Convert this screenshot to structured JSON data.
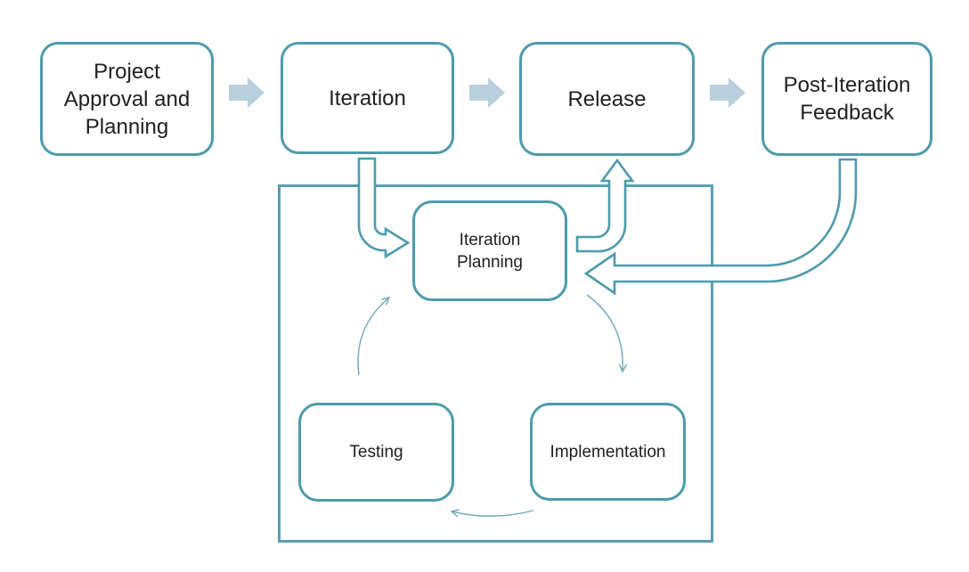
{
  "diagram": {
    "colors": {
      "node_border": "#4d9bad",
      "container_border": "#58a0b1",
      "block_arrow_fill": "#b8cfdc",
      "pipe_arrow_outline": "#4d9bad",
      "pipe_arrow_fill": "#ffffff",
      "thin_arrow": "#6fa9b8",
      "text": "#1f1f1f",
      "background": "#ffffff"
    },
    "top_flow": {
      "nodes": [
        {
          "id": "project-approval-planning",
          "label": "Project Approval and Planning"
        },
        {
          "id": "iteration",
          "label": "Iteration"
        },
        {
          "id": "release",
          "label": "Release"
        },
        {
          "id": "post-iteration-feedback",
          "label": "Post-Iteration Feedback"
        }
      ]
    },
    "iteration_cycle": {
      "nodes": [
        {
          "id": "iteration-planning",
          "label": "Iteration Planning"
        },
        {
          "id": "testing",
          "label": "Testing"
        },
        {
          "id": "implementation",
          "label": "Implementation"
        }
      ]
    },
    "arrows": [
      {
        "from": "Project Approval and Planning",
        "to": "Iteration",
        "style": "solid-block"
      },
      {
        "from": "Iteration",
        "to": "Release",
        "style": "solid-block"
      },
      {
        "from": "Release",
        "to": "Post-Iteration Feedback",
        "style": "solid-block"
      },
      {
        "from": "Iteration",
        "to": "Iteration Planning",
        "style": "outlined-pipe"
      },
      {
        "from": "Iteration Planning",
        "to": "Release",
        "style": "outlined-pipe"
      },
      {
        "from": "Post-Iteration Feedback",
        "to": "Iteration Planning",
        "style": "outlined-pipe"
      },
      {
        "from": "Testing",
        "to": "Iteration Planning",
        "style": "thin-curve"
      },
      {
        "from": "Iteration Planning",
        "to": "Implementation",
        "style": "thin-curve"
      },
      {
        "from": "Implementation",
        "to": "Testing",
        "style": "thin-curve"
      }
    ]
  }
}
